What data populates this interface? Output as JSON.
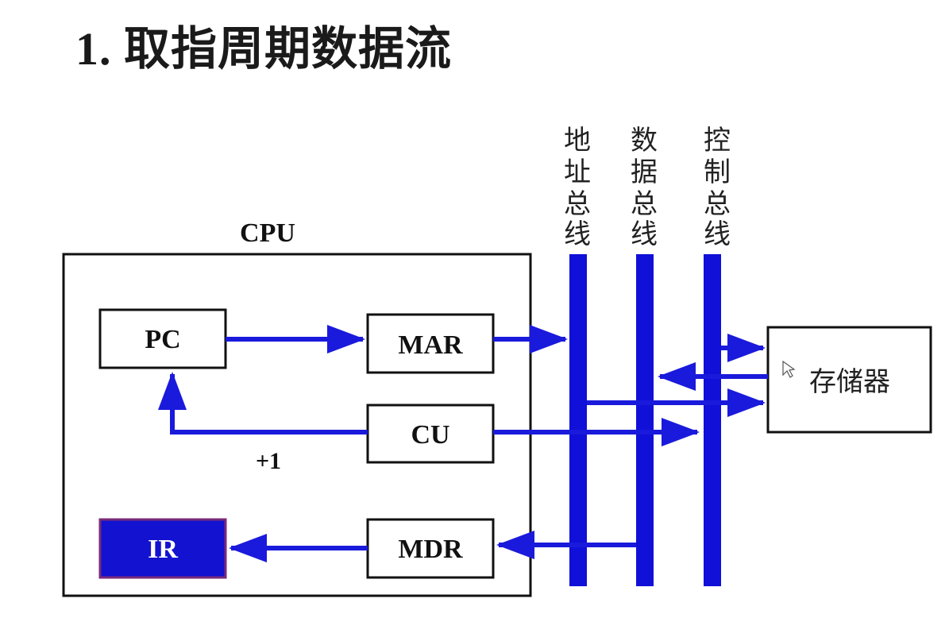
{
  "title": "1. 取指周期数据流",
  "cpu": {
    "label": "CPU",
    "registers": {
      "pc": "PC",
      "mar": "MAR",
      "cu": "CU",
      "ir": "IR",
      "mdr": "MDR"
    },
    "increment_label": "+1"
  },
  "buses": [
    {
      "id": "address",
      "chars": [
        "地",
        "址",
        "总",
        "线"
      ]
    },
    {
      "id": "data",
      "chars": [
        "数",
        "据",
        "总",
        "线"
      ]
    },
    {
      "id": "control",
      "chars": [
        "控",
        "制",
        "总",
        "线"
      ]
    }
  ],
  "memory": {
    "label": "存储器"
  },
  "colors": {
    "bus": "#1010d8",
    "arrow": "#1a1adc",
    "ir_fill": "#1212d0",
    "ir_border": "#7a2a7a",
    "box_border": "#111111"
  }
}
